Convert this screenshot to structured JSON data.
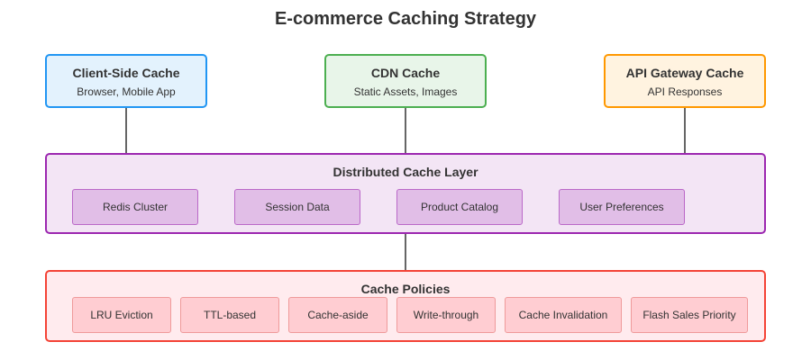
{
  "title": "E-commerce Caching Strategy",
  "colors": {
    "client_fill": "#e3f2fd",
    "client_border": "#2196f3",
    "cdn_fill": "#e8f5e9",
    "cdn_border": "#4caf50",
    "gateway_fill": "#fff3e0",
    "gateway_border": "#ff9800",
    "distributed_fill": "#f3e5f5",
    "distributed_border": "#9c27b0",
    "distributed_chip_fill": "#e1bee7",
    "distributed_chip_border": "#ba68c8",
    "policies_fill": "#ffebee",
    "policies_border": "#f44336",
    "policies_chip_fill": "#ffcdd2",
    "policies_chip_border": "#ef9a9a",
    "connector": "#666666"
  },
  "top_caches": [
    {
      "title": "Client-Side Cache",
      "subtitle": "Browser, Mobile App"
    },
    {
      "title": "CDN Cache",
      "subtitle": "Static Assets, Images"
    },
    {
      "title": "API Gateway Cache",
      "subtitle": "API Responses"
    }
  ],
  "distributed_layer": {
    "title": "Distributed Cache Layer",
    "items": [
      "Redis Cluster",
      "Session Data",
      "Product Catalog",
      "User Preferences"
    ]
  },
  "cache_policies": {
    "title": "Cache Policies",
    "items": [
      "LRU Eviction",
      "TTL-based",
      "Cache-aside",
      "Write-through",
      "Cache Invalidation",
      "Flash Sales Priority"
    ]
  }
}
